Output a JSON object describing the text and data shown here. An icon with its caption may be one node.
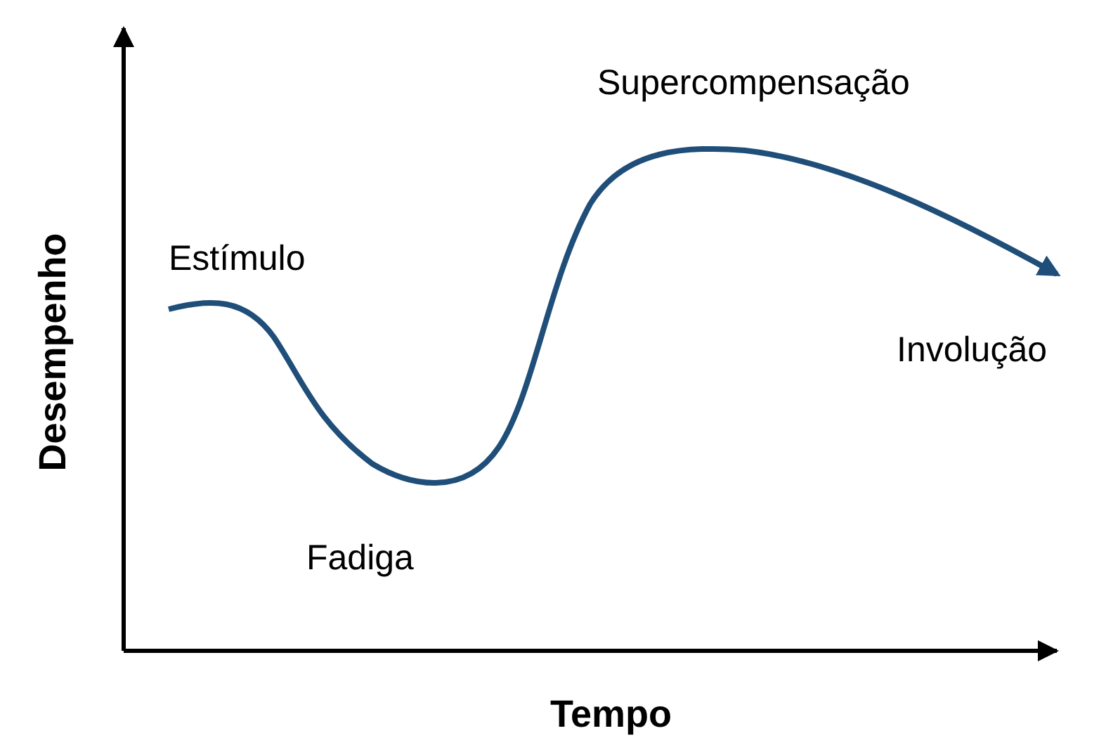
{
  "diagram": {
    "labels": [
      "Supercompensação",
      "Estímulo",
      "Involução",
      "Fadiga",
      "Desempenho",
      "Tempo"
    ]
  }
}
